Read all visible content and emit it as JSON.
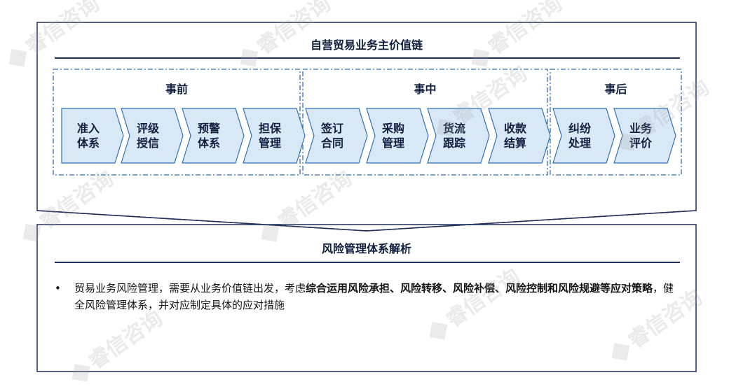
{
  "value_chain": {
    "title": "自营贸易业务主价值链",
    "phases": [
      {
        "label": "事前",
        "steps": [
          "准入\n体系",
          "评级\n授信",
          "预警\n体系",
          "担保\n管理"
        ]
      },
      {
        "label": "事中",
        "steps": [
          "签订\n合同",
          "采购\n管理",
          "货流\n跟踪",
          "收款\n结算"
        ]
      },
      {
        "label": "事后",
        "steps": [
          "纠纷\n处理",
          "业务\n评价"
        ]
      }
    ]
  },
  "analysis": {
    "title": "风险管理体系解析",
    "bullet": {
      "marker": "•",
      "text_before": "贸易业务风险管理，需要从业务价值链出发，考虑",
      "text_bold": "综合运用风险承担、风险转移、风险补偿、风险控制和风险规避等应对策略",
      "text_after": "，健全风险管理体系，并对应制定具体的应对措施"
    }
  },
  "watermark": {
    "text": "睿信咨询"
  },
  "colors": {
    "navy": "#1f2f5a",
    "dash_blue": "#2e6db4",
    "step_fill": "#d9e8f7",
    "step_stroke": "#2f6fb3"
  }
}
